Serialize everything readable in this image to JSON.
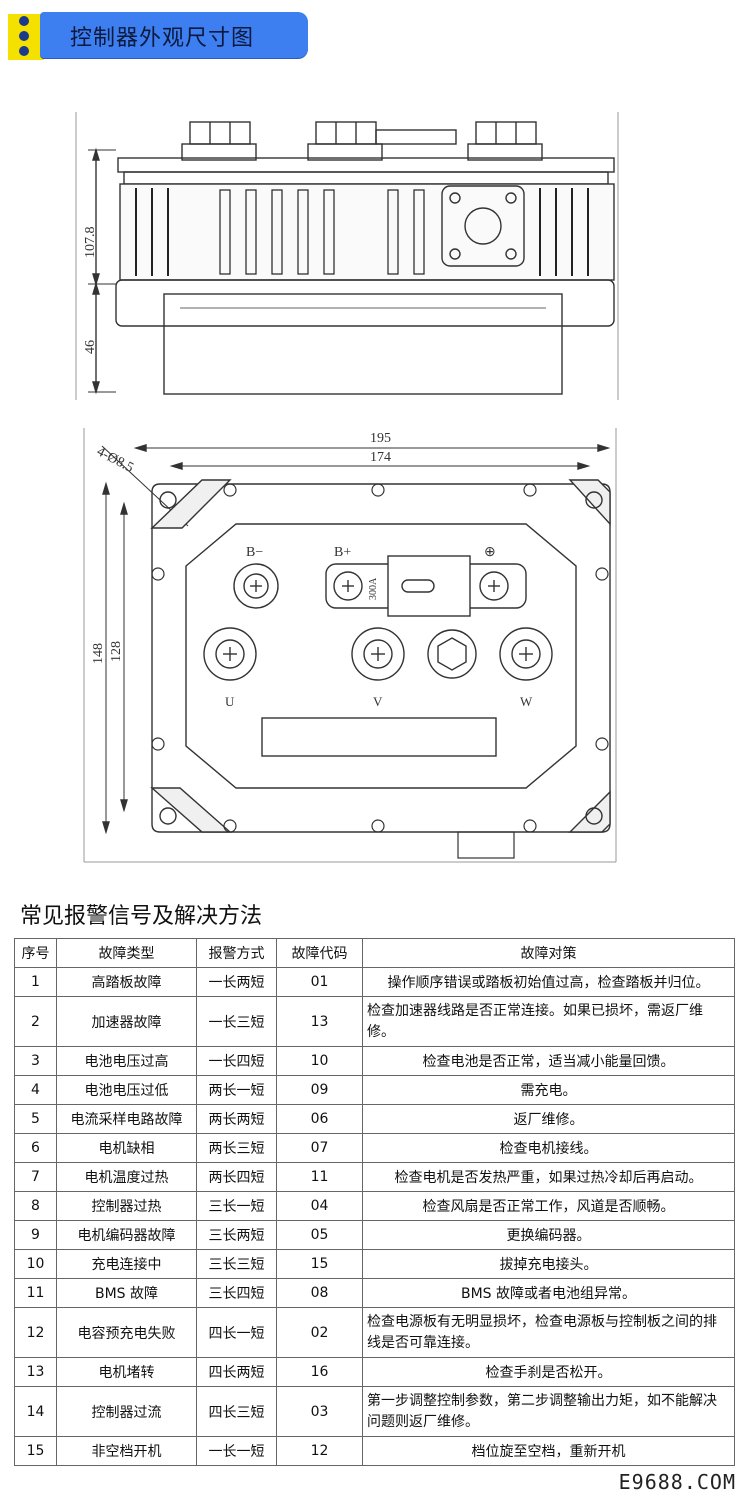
{
  "header": {
    "title": "控制器外观尺寸图"
  },
  "side_view": {
    "dim_height": "107.8",
    "dim_lower": "46"
  },
  "top_view": {
    "dim_hole": "4-Ø8.5",
    "dim_width_outer": "195",
    "dim_width_inner": "174",
    "dim_height_outer": "148",
    "dim_height_inner": "128",
    "terminal_bminus": "B−",
    "terminal_bplus": "B+",
    "terminal_plus": "⊕",
    "fuse_rating": "300A",
    "terminal_u": "U",
    "terminal_v": "V",
    "terminal_w": "W"
  },
  "section_title": "常见报警信号及解决方法",
  "table": {
    "headers": [
      "序号",
      "故障类型",
      "报警方式",
      "故障代码",
      "故障对策"
    ],
    "rows": [
      [
        "1",
        "高踏板故障",
        "一长两短",
        "01",
        "操作顺序错误或踏板初始值过高，检查踏板并归位。"
      ],
      [
        "2",
        "加速器故障",
        "一长三短",
        "13",
        "检查加速器线路是否正常连接。如果已损坏，需返厂维修。"
      ],
      [
        "3",
        "电池电压过高",
        "一长四短",
        "10",
        "检查电池是否正常，适当减小能量回馈。"
      ],
      [
        "4",
        "电池电压过低",
        "两长一短",
        "09",
        "需充电。"
      ],
      [
        "5",
        "电流采样电路故障",
        "两长两短",
        "06",
        "返厂维修。"
      ],
      [
        "6",
        "电机缺相",
        "两长三短",
        "07",
        "检查电机接线。"
      ],
      [
        "7",
        "电机温度过热",
        "两长四短",
        "11",
        "检查电机是否发热严重，如果过热冷却后再启动。"
      ],
      [
        "8",
        "控制器过热",
        "三长一短",
        "04",
        "检查风扇是否正常工作，风道是否顺畅。"
      ],
      [
        "9",
        "电机编码器故障",
        "三长两短",
        "05",
        "更换编码器。"
      ],
      [
        "10",
        "充电连接中",
        "三长三短",
        "15",
        "拔掉充电接头。"
      ],
      [
        "11",
        "BMS 故障",
        "三长四短",
        "08",
        "BMS 故障或者电池组异常。"
      ],
      [
        "12",
        "电容预充电失败",
        "四长一短",
        "02",
        "检查电源板有无明显损坏，检查电源板与控制板之间的排线是否可靠连接。"
      ],
      [
        "13",
        "电机堵转",
        "四长两短",
        "16",
        "检查手刹是否松开。"
      ],
      [
        "14",
        "控制器过流",
        "四长三短",
        "03",
        "第一步调整控制参数，第二步调整输出力矩，如不能解决问题则返厂维修。"
      ],
      [
        "15",
        "非空档开机",
        "一长一短",
        "12",
        "档位旋至空档，重新开机"
      ]
    ]
  },
  "watermark": "E9688.COM"
}
